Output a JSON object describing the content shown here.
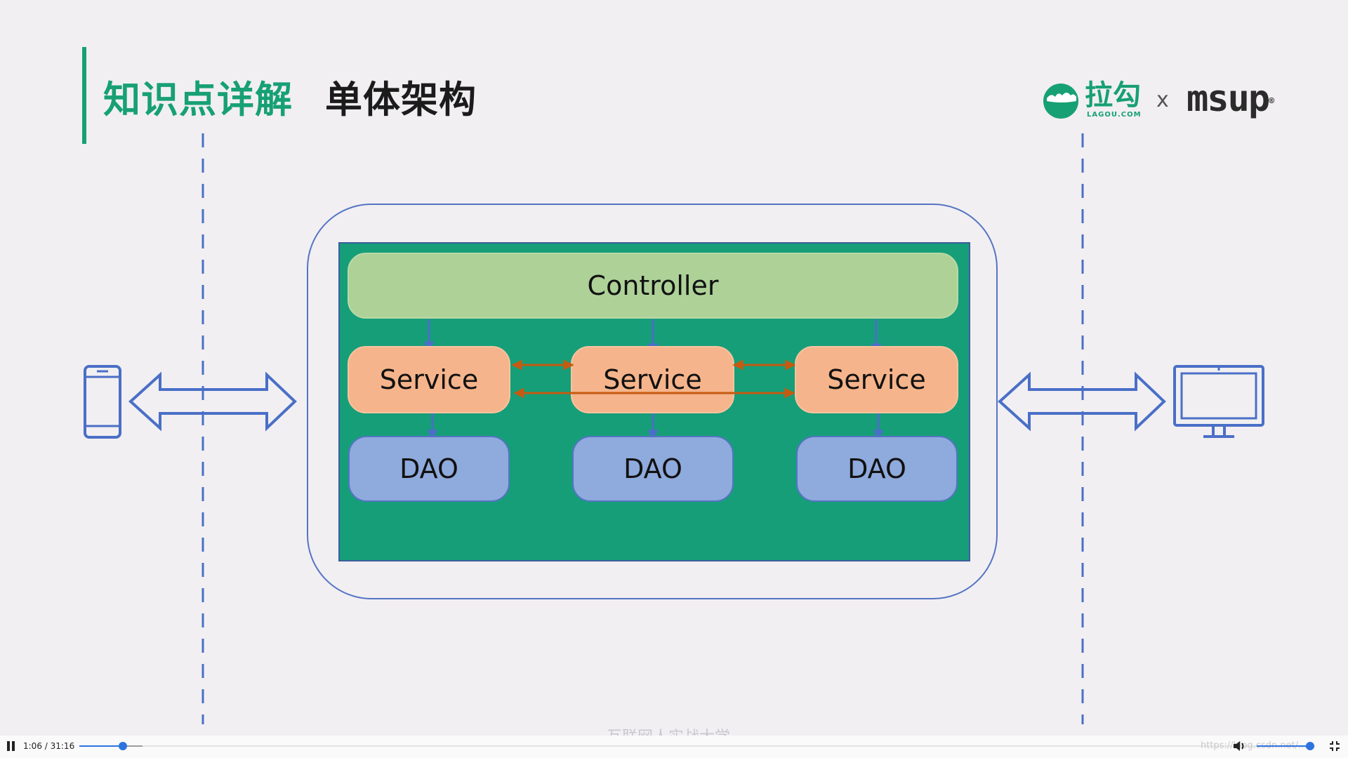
{
  "header": {
    "section_title": "知识点详解",
    "slide_title": "单体架构"
  },
  "logo": {
    "lagou_text": "拉勾",
    "lagou_subtext": "LAGOU.COM",
    "separator": "x",
    "partner_text": "msup",
    "partner_mark": "®"
  },
  "diagram": {
    "controller_label": "Controller",
    "service_labels": [
      "Service",
      "Service",
      "Service"
    ],
    "dao_labels": [
      "DAO",
      "DAO",
      "DAO"
    ],
    "client_left_icon": "mobile-phone-icon",
    "client_right_icon": "desktop-monitor-icon"
  },
  "footer": {
    "caption": "互联网人实战大学"
  },
  "player": {
    "time": "1:06 / 31:16",
    "progress": 0.035,
    "volume": 0.95,
    "watermark": "https://blog.csdn.net/..."
  },
  "colors": {
    "accent_green": "#17a074",
    "app_panel": "#169e79",
    "controller": "#aed198",
    "service": "#f5b48b",
    "dao": "#8faadc",
    "line_blue": "#4a6fc7",
    "service_arrow": "#c55a11",
    "progress": "#2d73e0"
  }
}
